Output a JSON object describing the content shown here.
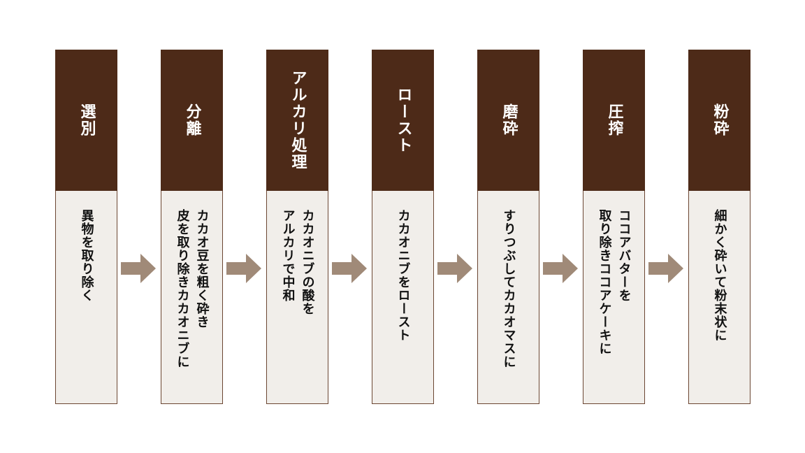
{
  "steps": [
    {
      "title": "選別",
      "desc": "異物を取り除く"
    },
    {
      "title": "分離",
      "desc": "カカオ豆を粗く砕き\n皮を取り除きカカオニブに"
    },
    {
      "title": "アルカリ処理",
      "desc": "カカオニブの酸を\nアルカリで中和"
    },
    {
      "title": "ロースト",
      "desc": "カカオニブをロースト"
    },
    {
      "title": "磨砕",
      "desc": "すりつぶしてカカオマスに"
    },
    {
      "title": "圧搾",
      "desc": "ココアバターを\n取り除きココアケーキに"
    },
    {
      "title": "粉砕",
      "desc": "細かく砕いて粉末状に"
    }
  ],
  "colors": {
    "header": "#4d2a18",
    "body": "#f1eeea",
    "arrow": "#a08a78"
  },
  "icons": {
    "arrow": "right-arrow-icon"
  }
}
